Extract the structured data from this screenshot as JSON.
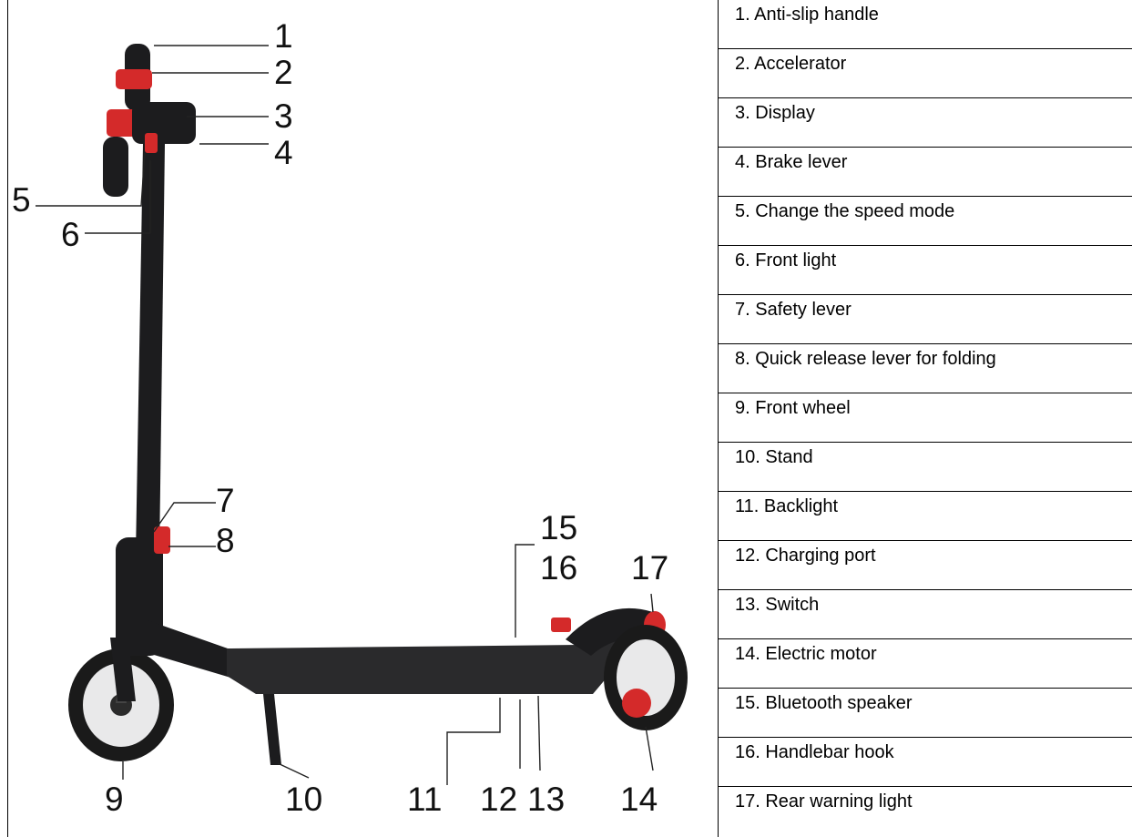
{
  "callouts": [
    "1",
    "2",
    "3",
    "4",
    "5",
    "6",
    "7",
    "8",
    "9",
    "10",
    "11",
    "12",
    "13",
    "14",
    "15",
    "16",
    "17"
  ],
  "legend": [
    "1. Anti-slip handle",
    "2. Accelerator",
    "3. Display",
    "4. Brake lever",
    "5. Change the speed mode",
    "6. Front light",
    "7. Safety lever",
    "8. Quick release lever for folding",
    "9. Front wheel",
    "10. Stand",
    "11. Backlight",
    "12. Charging port",
    "13. Switch",
    "14. Electric motor",
    "15. Bluetooth speaker",
    "16. Handlebar hook",
    "17. Rear warning light"
  ],
  "colors": {
    "frame": "#1c1c1e",
    "accent": "#d42a2a",
    "deck": "#2a2a2c",
    "wheel": "#e9e9ea"
  }
}
